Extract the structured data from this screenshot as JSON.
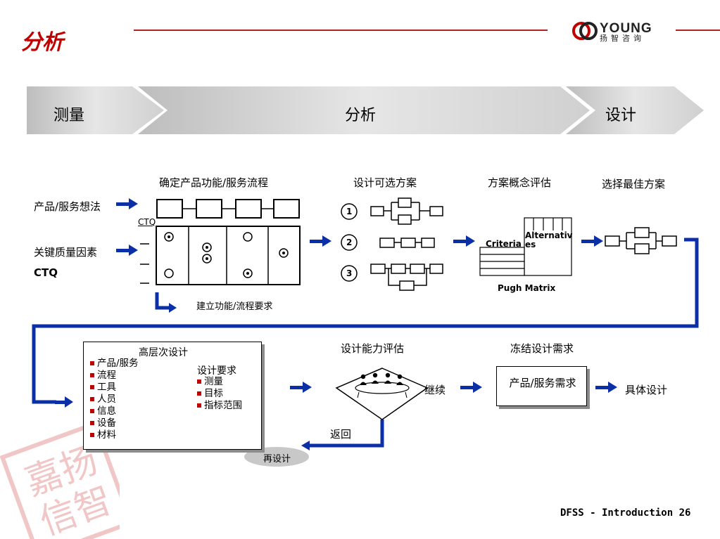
{
  "title": "分析",
  "logo": {
    "brand": "YOUNG",
    "sub": "扬智咨询"
  },
  "phases": {
    "left": "测量",
    "middle": "分析",
    "right": "设计"
  },
  "stage_headers": {
    "flow": "确定产品功能/服务流程",
    "alternatives": "设计可选方案",
    "evaluation": "方案概念评估",
    "select": "选择最佳方案"
  },
  "inputs": {
    "idea": "产品/服务想法",
    "ctq_label": "关键质量因素",
    "ctq_abbr": "CTQ",
    "ctq_small": "CTQ"
  },
  "requirements_label": "建立功能/流程要求",
  "option_numbers": [
    "1",
    "2",
    "3"
  ],
  "pugh": {
    "criteria": "Criteria",
    "alternatives": "Alternatives",
    "caption": "Pugh Matrix"
  },
  "high_level": {
    "title": "高层次设计",
    "items": [
      "产品/服务",
      "流程",
      "工具",
      "人员",
      "信息",
      "设备",
      "材料"
    ],
    "req_title": "设计要求",
    "req_items": [
      "测量",
      "目标",
      "指标范围"
    ]
  },
  "capability": {
    "title": "设计能力评估",
    "continue": "继续",
    "return": "返回",
    "redesign": "再设计"
  },
  "freeze": {
    "title": "冻结设计需求",
    "box": "产品/服务需求",
    "detail": "具体设计"
  },
  "watermark": "嘉扬信智",
  "footer": "DFSS - Introduction 26",
  "colors": {
    "accent_red": "#c00000",
    "arrow_blue": "#0b2fa6",
    "band_gray": "#d9d9d9"
  }
}
